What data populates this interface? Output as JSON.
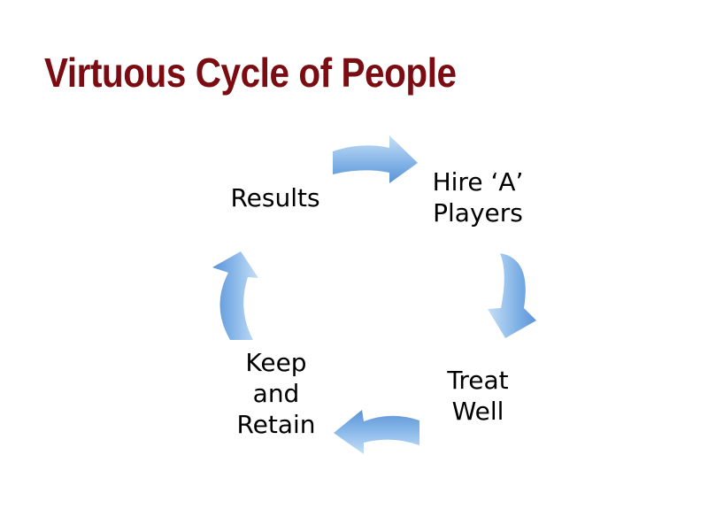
{
  "slide": {
    "title": "Virtuous Cycle of People"
  },
  "cycle": {
    "nodes": [
      {
        "lines": [
          "Results"
        ]
      },
      {
        "lines": [
          "Hire ‘A’",
          "Players"
        ]
      },
      {
        "lines": [
          "Treat",
          "Well"
        ]
      },
      {
        "lines": [
          "Keep",
          "and",
          "Retain"
        ]
      }
    ],
    "arrow_direction": "clockwise",
    "colors": {
      "arrow_light": "#c7dff6",
      "arrow_mid": "#86b6e8",
      "arrow_dark": "#5b93d6",
      "title": "#7a0c12",
      "text": "#000000"
    }
  }
}
